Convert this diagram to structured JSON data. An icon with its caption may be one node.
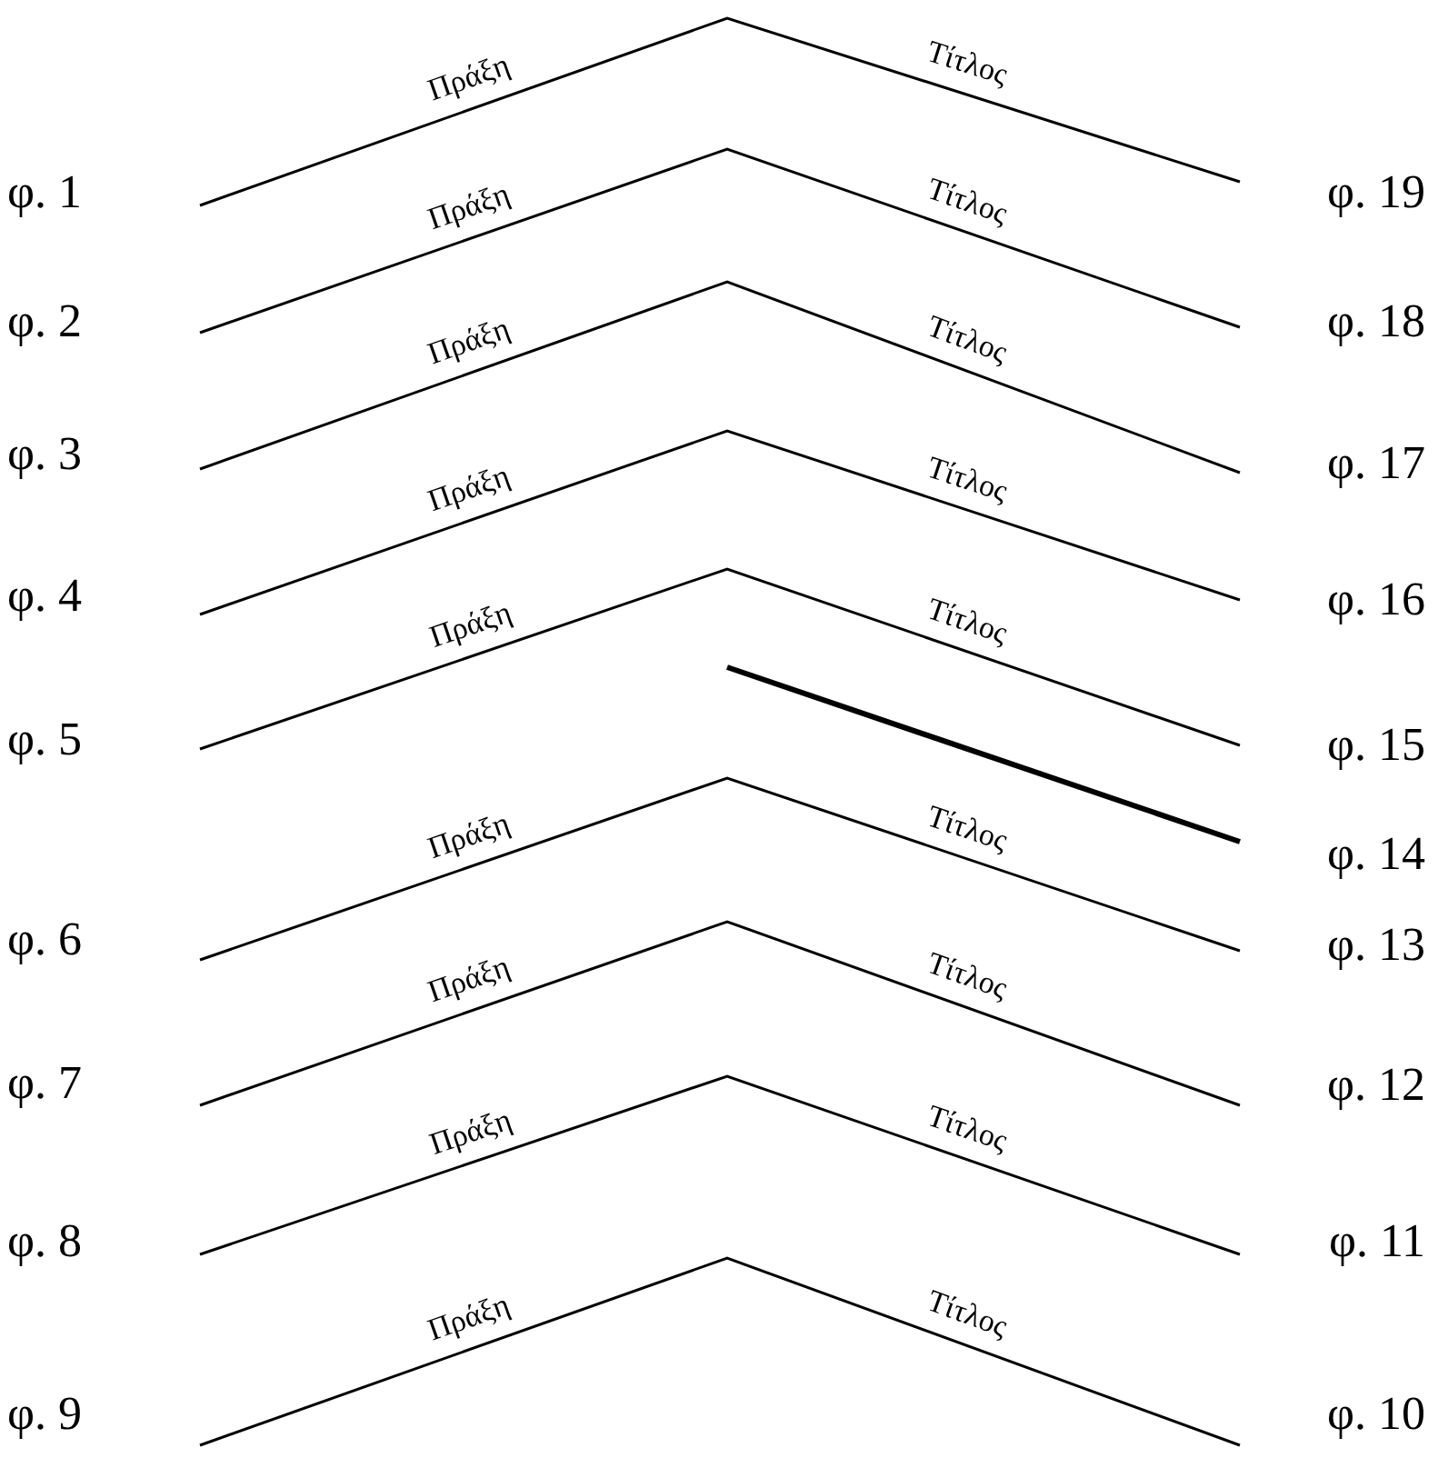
{
  "diagram": {
    "nodes": [
      {
        "text": [
          "φ. 1"
        ]
      },
      {
        "text": [
          "φ. 2"
        ]
      },
      {
        "text": [
          "φ. 3"
        ]
      },
      {
        "text": [
          "φ. 4"
        ]
      },
      {
        "text": [
          "φ. 5"
        ]
      },
      {
        "text": [
          "φ. 6"
        ]
      },
      {
        "text": [
          "φ. 7"
        ]
      },
      {
        "text": [
          "φ. 8"
        ]
      },
      {
        "text": [
          "φ. 9"
        ]
      },
      {
        "text": [
          "φ. 10"
        ]
      },
      {
        "text": [
          "φ. 11"
        ]
      },
      {
        "text": [
          "φ. 12"
        ]
      },
      {
        "text": [
          "φ. 13"
        ]
      },
      {
        "text": [
          "φ. 14"
        ]
      },
      {
        "text": [
          "φ. 15"
        ]
      },
      {
        "text": [
          "φ. 16"
        ]
      },
      {
        "text": [
          "φ. 17"
        ]
      },
      {
        "text": [
          "φ. 18"
        ]
      },
      {
        "text": [
          "φ. 19"
        ]
      }
    ],
    "edges": [
      {
        "from": 0,
        "to": 18,
        "arrow": "none"
      },
      {
        "from": 1,
        "to": 17,
        "arrow": "none"
      },
      {
        "from": 2,
        "to": 16,
        "arrow": "none"
      },
      {
        "from": 3,
        "to": 15,
        "arrow": "none"
      },
      {
        "from": 4,
        "to": 14,
        "arrow": "none"
      },
      {
        "from": 5,
        "to": 12,
        "arrow": "none"
      },
      {
        "from": 6,
        "to": 11,
        "arrow": "none"
      },
      {
        "from": 7,
        "to": 10,
        "arrow": "none"
      },
      {
        "from": 8,
        "to": 9,
        "arrow": "none"
      },
      {
        "from": null,
        "to": 13,
        "arrow": "none",
        "style": "thick"
      }
    ],
    "labels": [
      "Πράξη",
      "Τίτλος",
      "Πράξη",
      "Τίτλος",
      "Πράξη",
      "Τίτλος",
      "Πράξη",
      "Τίτλος",
      "Πράξη",
      "Τίτλος",
      "Πράξη",
      "Τίτλος",
      "Πράξη",
      "Τίτλος",
      "Πράξη",
      "Τίτλος",
      "Πράξη",
      "Τίτλος"
    ]
  }
}
